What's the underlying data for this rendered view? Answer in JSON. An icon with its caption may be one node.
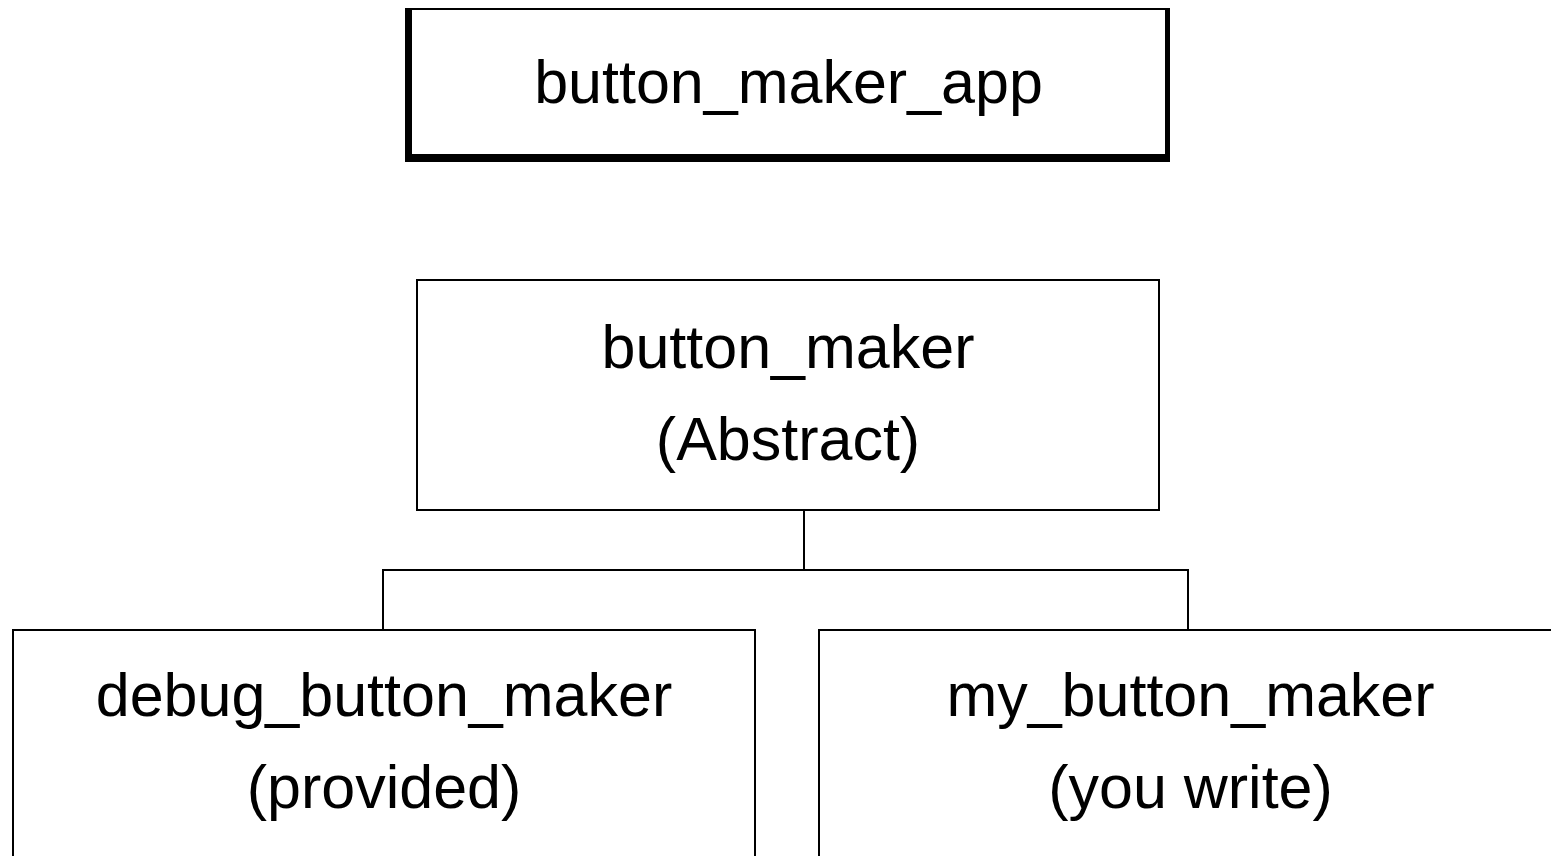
{
  "diagram": {
    "nodes": [
      {
        "text": [
          "button_maker_app"
        ]
      },
      {
        "text": [
          "button_maker",
          "(Abstract)"
        ]
      },
      {
        "text": [
          "debug_button_maker",
          "(provided)"
        ]
      },
      {
        "text": [
          "my_button_maker",
          "(you write)"
        ]
      }
    ],
    "edges": [
      {
        "from": 1,
        "to": 2,
        "arrow": "none"
      },
      {
        "from": 1,
        "to": 3,
        "arrow": "none"
      }
    ]
  }
}
